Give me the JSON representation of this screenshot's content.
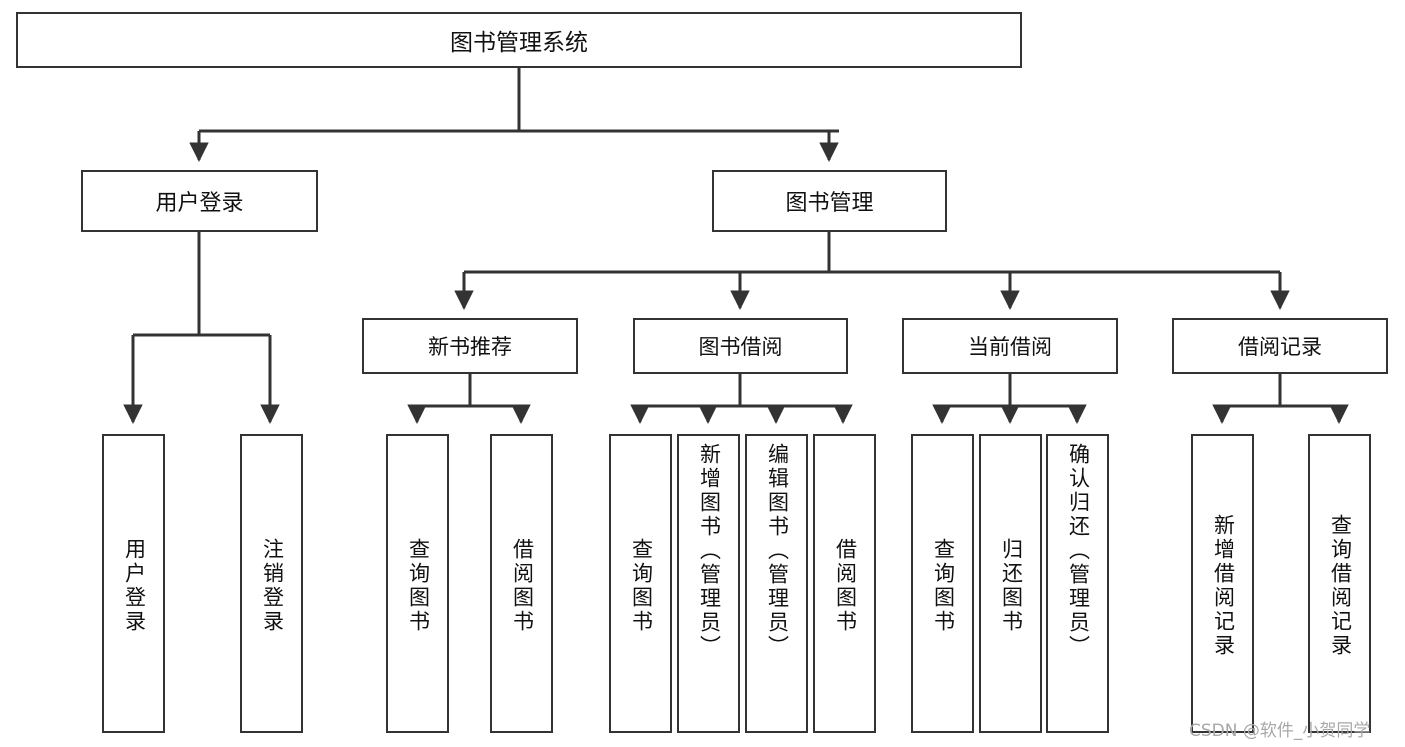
{
  "diagram": {
    "title": "图书管理系统",
    "type": "tree-hierarchy-chart",
    "colors": {
      "box_border": "#333333",
      "box_fill": "#ffffff",
      "edge": "#333333",
      "text": "#111111",
      "watermark": "#a8a8a8"
    },
    "root": {
      "label": "图书管理系统"
    },
    "level1": [
      {
        "label": "用户登录"
      },
      {
        "label": "图书管理"
      }
    ],
    "level2": [
      {
        "label": "新书推荐"
      },
      {
        "label": "图书借阅"
      },
      {
        "label": "当前借阅"
      },
      {
        "label": "借阅记录"
      }
    ],
    "leaves": {
      "user_login": [
        {
          "label": "用户登录"
        },
        {
          "label": "注销登录"
        }
      ],
      "new_book_recommend": [
        {
          "label": "查询图书"
        },
        {
          "label": "借阅图书"
        }
      ],
      "book_borrow": [
        {
          "label": "查询图书"
        },
        {
          "label": "新增图书（管理员）"
        },
        {
          "label": "编辑图书（管理员）"
        },
        {
          "label": "借阅图书"
        }
      ],
      "current_borrow": [
        {
          "label": "查询图书"
        },
        {
          "label": "归还图书"
        },
        {
          "label": "确认归还（管理员）"
        }
      ],
      "borrow_record": [
        {
          "label": "新增借阅记录"
        },
        {
          "label": "查询借阅记录"
        }
      ]
    }
  },
  "watermark": {
    "text": "CSDN @软件_小贺同学"
  }
}
